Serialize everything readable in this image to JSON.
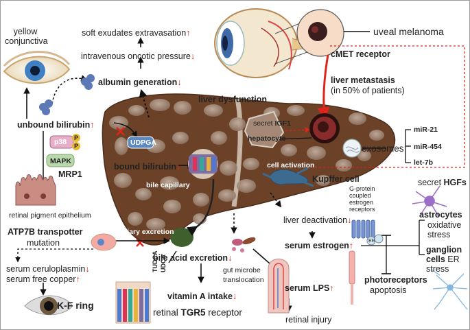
{
  "labels": {
    "soft_exudates": "soft exudates extravasation",
    "oncotic": "intravenous oncotic pressure",
    "albumin": "albumin generation",
    "yellow_conj_1": "yellow",
    "yellow_conj_2": "conjunctiva",
    "unbound": "unbound bilirubin",
    "p38": "p38",
    "p": "P",
    "mapk": "MAPK",
    "mrp1": "MRP1",
    "rpe": "retinal pigment epithelium",
    "liver_dysfunction": "liver dysfunction",
    "udpga": "UDPGA",
    "bound": "bound bilirubin",
    "bile_capillary": "bile capillary",
    "secret_igf1_a": "secret ",
    "secret_igf1_b": "IGF1",
    "hepatocyte": "hepatocyte",
    "uveal": "uveal melanoma",
    "cmet": "cMET receptor",
    "liver_met": "liver metastasis",
    "liver_met_pct": "(in 50% of patients)",
    "exosomes": "exosomes",
    "mir21": "miR-21",
    "mir454": "miR-454",
    "let7b": "let-7b",
    "cell_activation": "cell activation",
    "kupffer": "Kupffer cell",
    "atp7b_1": "ATP7B transpotter",
    "atp7b_2": "mutation",
    "biliary": "biliary excretion",
    "ceruloplasmin": "serum ceruloplasmin",
    "copper": "serum free copper",
    "kf_ring": "K-F ring",
    "bile_acid": "bile acid excretion",
    "tudca": "TUDCA",
    "udca": "UDCA",
    "vitA": "vitamin A intake",
    "tgr5_a": "retinal ",
    "tgr5_b": "TGR5",
    "tgr5_c": " receptor",
    "gut_1": "gut microbe",
    "gut_2": "translocation",
    "serum_lps": "serum LPS",
    "retinal_injury": "retinal injury",
    "liver_deact": "liver deactivation",
    "serum_estrogen": "serum estrogen",
    "gpcr_1": "G-protein",
    "gpcr_2": "coupled",
    "gpcr_3": "estrogen",
    "gpcr_4": "receptors",
    "er": "ER",
    "secret_hgfs_a": "secret ",
    "secret_hgfs_b": "HGFs",
    "astrocytes": "astrocytes",
    "oxidative_1": "oxidative",
    "oxidative_2": "stress",
    "ganglion_1": "ganglion",
    "ganglion_2a": "cells",
    "ganglion_2b": " ER",
    "ganglion_3": "stress",
    "photoreceptors": "photoreceptors",
    "apoptosis": "apoptosis"
  },
  "icons": [
    "eye-icon",
    "ganglion-cell-icon",
    "astrocyte-icon",
    "rod-cell-icon",
    "retina-epithelium-icon",
    "kupffer-cell-icon",
    "exosome-icon",
    "tumor-icon",
    "bacteria-icon",
    "intestinal-villus-icon",
    "receptor-icon",
    "bile-capillary-icon"
  ],
  "arrows": {
    "up": "↑",
    "down": "↓"
  },
  "colors": {
    "liver": "#6b4128",
    "lobule": "#a48b7a",
    "up_down": "#e0241b",
    "metastasis_line": "#e0241b",
    "text": "#222222"
  }
}
